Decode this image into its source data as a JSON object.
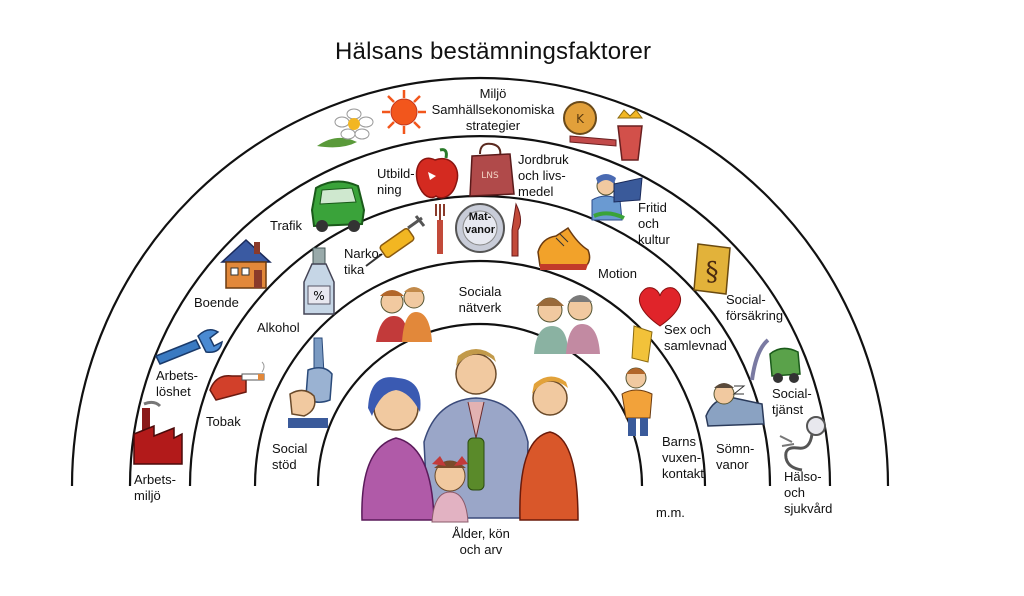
{
  "title": "Hälsans bestämningsfaktorer",
  "labels": {
    "miljo": "Miljö",
    "samhall": "Samhällsekonomiska\nstrategier",
    "utbildning": "Utbild-\nning",
    "jordbruk": "Jordbruk\noch livs-\nmedel",
    "fritid": "Fritid\noch\nkultur",
    "trafik": "Trafik",
    "narkotika": "Narko-\ntika",
    "matvanor": "Mat-\nvanor",
    "motion": "Motion",
    "boende": "Boende",
    "alkohol": "Alkohol",
    "sociala_natverk": "Sociala\nnätverk",
    "socialforsakring": "Social-\nförsäkring",
    "sex": "Sex och\nsamlevnad",
    "arbetsloshet": "Arbets-\nlöshet",
    "tobak": "Tobak",
    "socialtjanst": "Social-\ntjänst",
    "socialt_stod": "Social\nstöd",
    "barns": "Barns\nvuxen-\nkontakt",
    "somnvanor": "Sömn-\nvanor",
    "arbetsmiljo": "Arbets-\nmiljö",
    "halso": "Hälso-\noch\nsjukvård",
    "mm": "m.m.",
    "alder": "Ålder, kön\noch arv"
  },
  "icons": {
    "flower": "flower-icon",
    "sun": "sun-icon",
    "scale": "scale-icon",
    "apple": "apple-icon",
    "bag": "shopping-bag-icon",
    "reader": "reading-person-icon",
    "car": "car-icon",
    "syringe": "syringe-icon",
    "plate": "plate-icon",
    "shoe": "running-shoe-icon",
    "house": "house-icon",
    "bottle": "bottle-icon",
    "friends_left": "friends-icon",
    "friends_right": "friends-icon",
    "paragraph": "paragraph-sign-icon",
    "heart": "heart-icon",
    "wrench": "wrench-icon",
    "cigarette": "cigarette-hand-icon",
    "helping_hand": "helping-hand-icon",
    "child": "child-icon",
    "sleeper": "sleeping-person-icon",
    "vacuum": "vacuum-icon",
    "factory": "factory-icon",
    "stethoscope": "stethoscope-icon",
    "family": "family-icon"
  },
  "colors": {
    "arc": "#111111",
    "heart": "#e0242a",
    "apple": "#d42a20",
    "car": "#3aa33a",
    "sun": "#f2561c",
    "family_woman": "#b05aa8",
    "family_man": "#9aa6c8",
    "family_boy": "#d9572a",
    "skin": "#f1c9a0"
  }
}
